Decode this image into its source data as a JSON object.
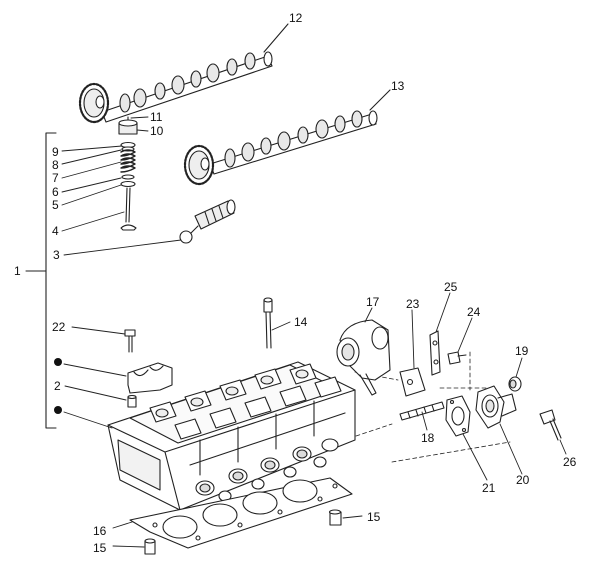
{
  "labels": {
    "1": "1",
    "2": "2",
    "3": "3",
    "4": "4",
    "5": "5",
    "6": "6",
    "7": "7",
    "8": "8",
    "9": "9",
    "10": "10",
    "11": "11",
    "12": "12",
    "13": "13",
    "14": "14",
    "15a": "15",
    "15b": "15",
    "16": "16",
    "17": "17",
    "18": "18",
    "19": "19",
    "20": "20",
    "21": "21",
    "22": "22",
    "23": "23",
    "24": "24",
    "25": "25",
    "26": "26"
  },
  "colors": {
    "line": "#222222",
    "fill": "#ffffff",
    "shade": "#d9d9d9"
  }
}
